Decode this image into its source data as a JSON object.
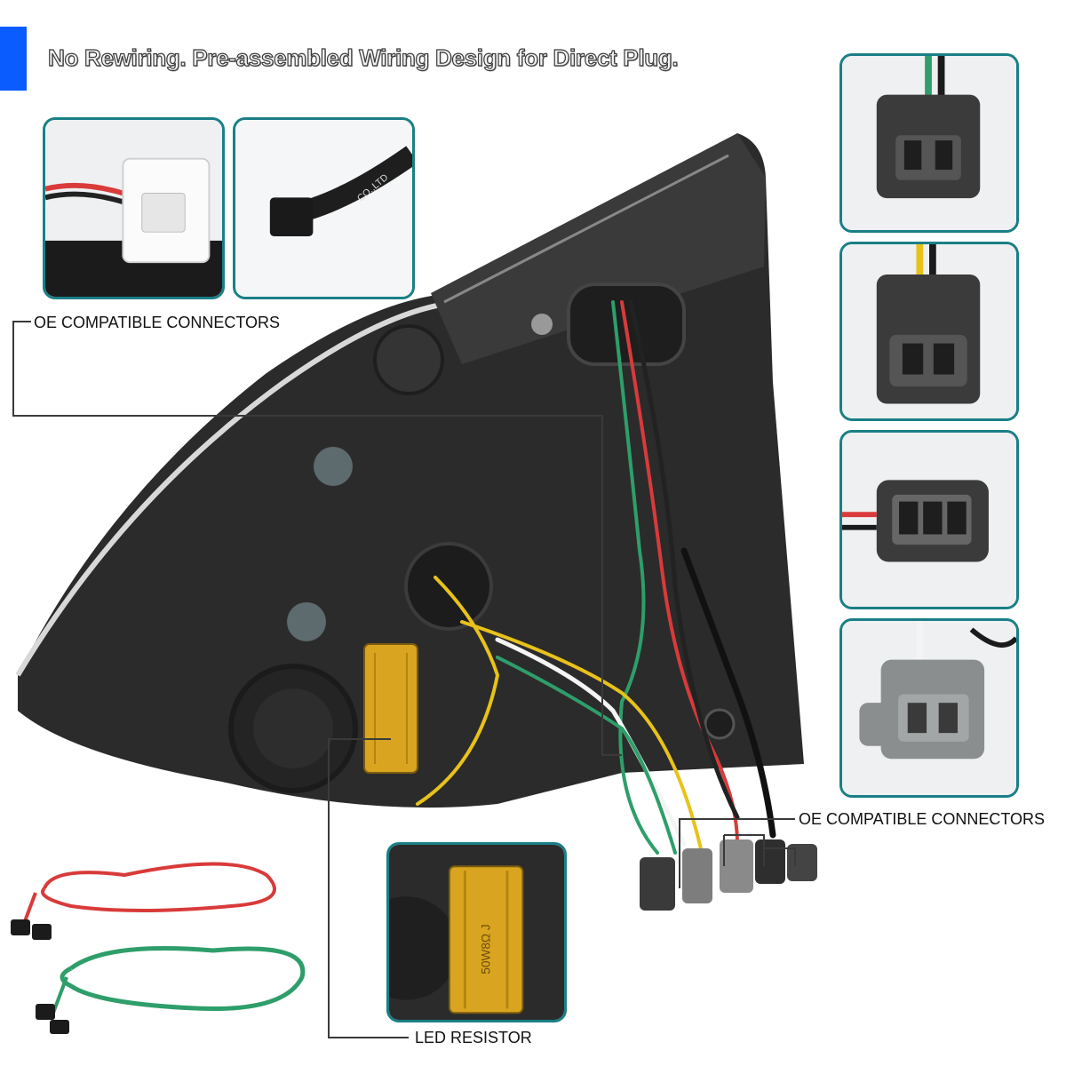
{
  "header": {
    "title": "No Rewiring. Pre-assembled Wiring Design for Direct Plug."
  },
  "callouts": {
    "oe_top": "OE COMPATIBLE CONNECTORS",
    "oe_right": "OE COMPATIBLE CONNECTORS",
    "led_resistor": "LED RESISTOR"
  },
  "resistor": {
    "marking": "50W8Ω J"
  },
  "connector_photos": {
    "cable_print": "CO.,LTD"
  },
  "colors": {
    "accent": "#0a5cff",
    "frame": "#1a7f86",
    "housing": "#2b2b2b",
    "resistor": "#d9a520",
    "wire_red": "#d93a3a",
    "wire_green": "#2e9e6a",
    "wire_yellow": "#e8c21a"
  }
}
